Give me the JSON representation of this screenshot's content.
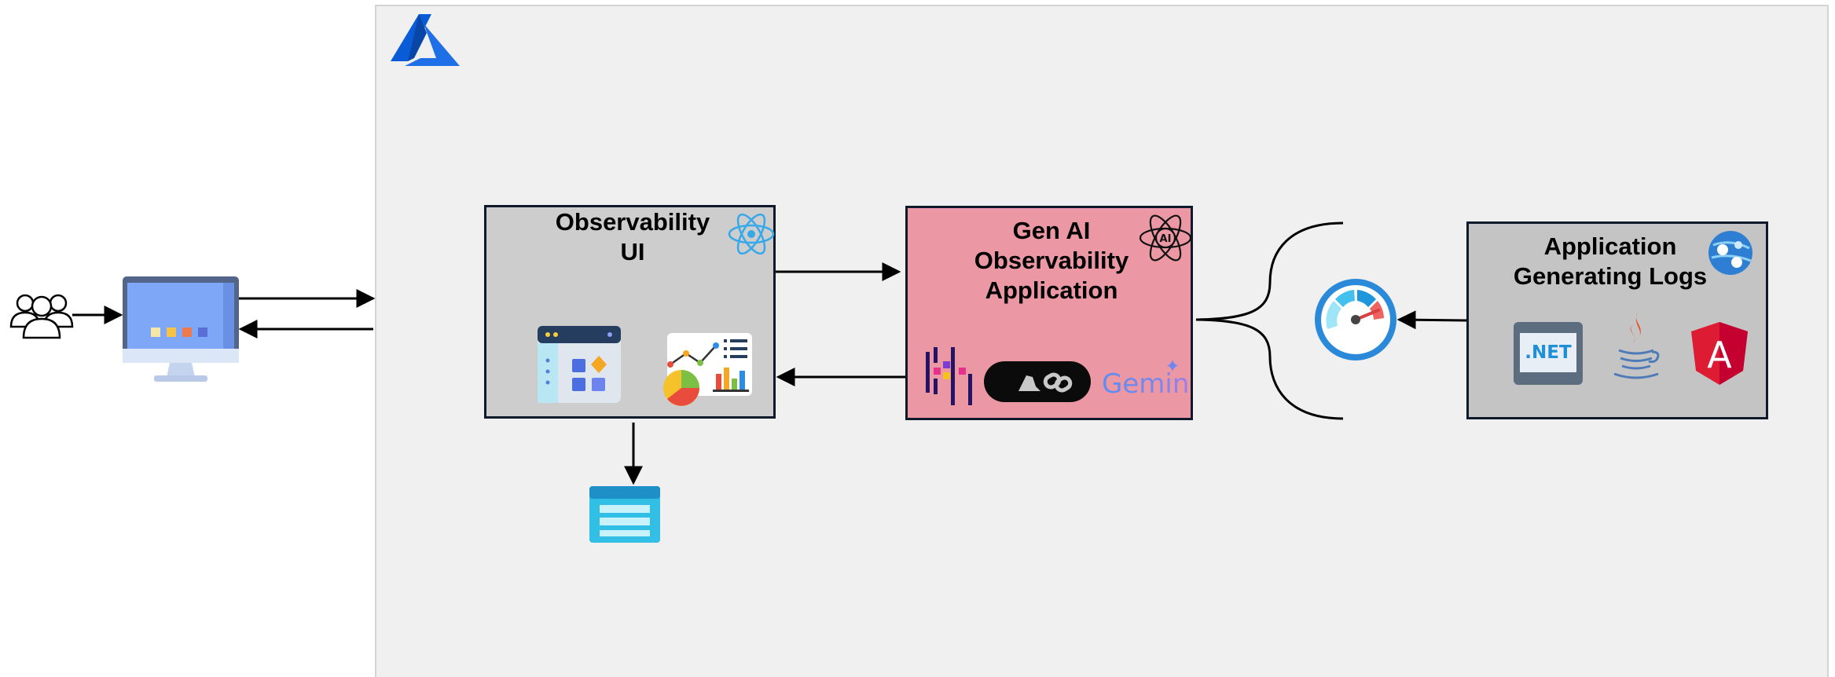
{
  "observability_ui": {
    "title": "Observability\nUI"
  },
  "genai_app": {
    "title": "Gen AI\nObservability\nApplication",
    "gemini_label": "Gemini"
  },
  "log_app": {
    "title": "Application\nGenerating Logs",
    "dotnet_label": ".NET",
    "angular_label": "A"
  },
  "colors": {
    "azure_region_bg": "#f0f0f1",
    "ui_box_bg": "#cdcdce",
    "genai_box_bg": "#eb98a4",
    "log_box_bg": "#c4c4c4",
    "azure_blue": "#0a5bd6"
  },
  "icons": {
    "users": "users-icon",
    "monitor": "monitor-icon",
    "azure": "azure-logo-icon",
    "react": "react-icon",
    "ai_brain": "ai-brain-icon",
    "dashboard": "dashboard-icon",
    "analytics": "analytics-icon",
    "llamaindex": "llamaindex-icon",
    "langchain": "langchain-icon",
    "gemini": "gemini-logo",
    "gauge": "app-insights-gauge-icon",
    "app_service": "app-service-icon",
    "dotnet": "dotnet-icon",
    "java": "java-icon",
    "angular": "angular-icon",
    "storage": "storage-table-icon"
  }
}
